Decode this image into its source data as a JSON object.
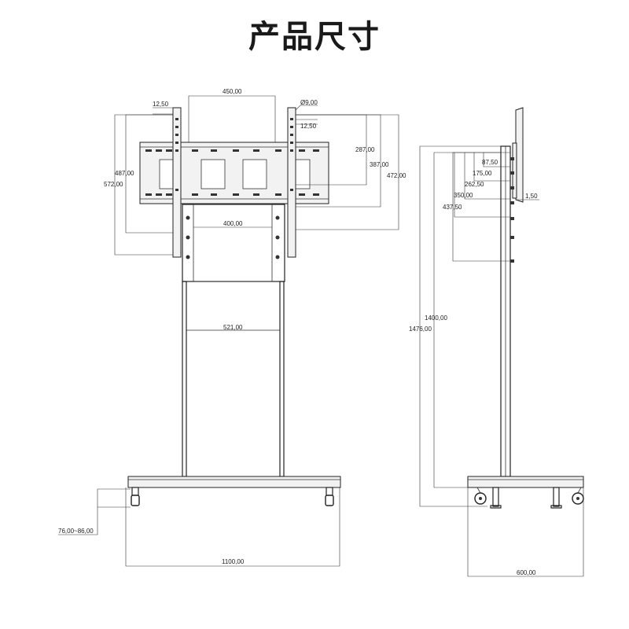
{
  "title": "产品尺寸",
  "front_view": {
    "dims": {
      "d450": "450,00",
      "d12a": "12,50",
      "d9": "Ø9,00",
      "d12b": "12,50",
      "d287": "287,00",
      "d387": "387,00",
      "d472": "472,00",
      "d487": "487,00",
      "d572": "572,00",
      "d400": "400,00",
      "d521": "521,00",
      "d76": "76,00~86,00",
      "d1100": "1100,00"
    }
  },
  "side_view": {
    "dims": {
      "d87": "87,50",
      "d175": "175,00",
      "d262": "262,50",
      "d350": "350,00",
      "d437": "437,50",
      "d1_5": "1,50",
      "d1400": "1400,00",
      "d1476": "1476,00",
      "d600": "600,00"
    }
  }
}
